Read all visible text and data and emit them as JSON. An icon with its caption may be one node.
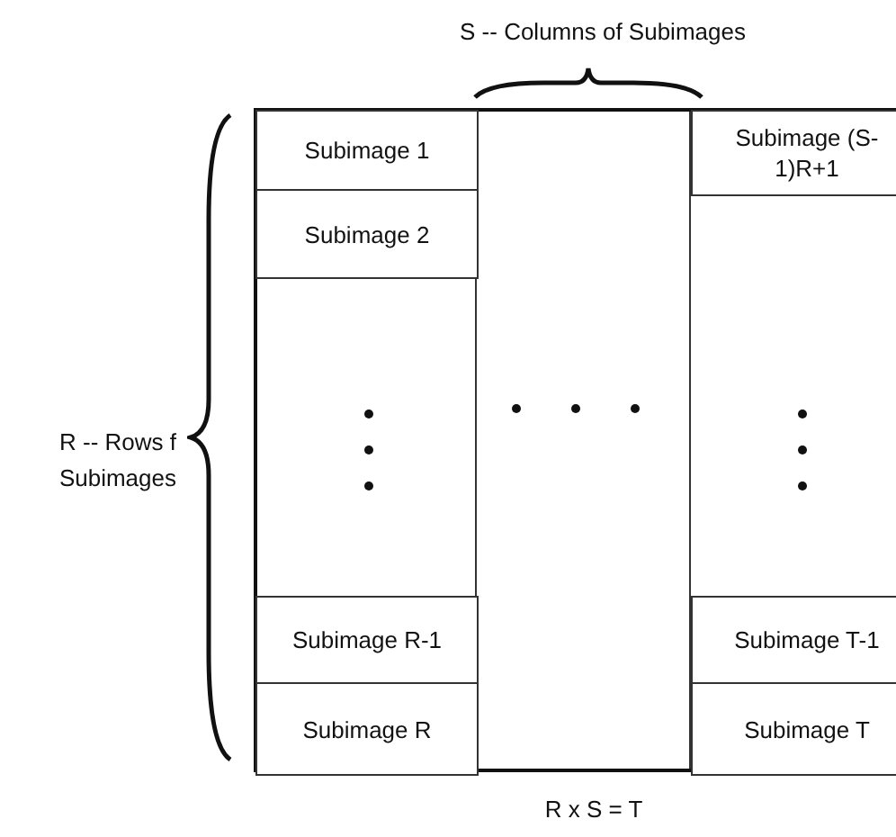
{
  "diagram": {
    "nodes": [
      {
        "text": [],
        "shape": "box"
      },
      {
        "text": [
          "Subimage 1"
        ],
        "in": 0
      },
      {
        "text": [
          "Subimage 2"
        ],
        "in": 0
      },
      {
        "text": [
          "Subimage R-1"
        ],
        "in": 0
      },
      {
        "text": [
          "Subimage R"
        ],
        "in": 0
      },
      {
        "text": [
          "Subimage (S-1)R+1"
        ],
        "in": 0
      },
      {
        "text": [
          "Subimage T-1"
        ],
        "in": 0
      },
      {
        "text": [
          "Subimage T"
        ],
        "in": 0
      }
    ],
    "labels": [
      "S -- Columns of Subimages",
      "R -- Rows f Subimages",
      "R x S = T"
    ]
  }
}
